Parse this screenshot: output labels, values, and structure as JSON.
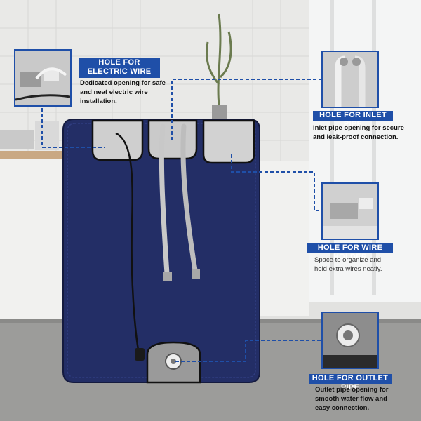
{
  "callouts": {
    "electric_wire": {
      "title_line1": "HOLE FOR",
      "title_line2": "ELECTRIC WIRE",
      "desc_line1": "Dedicated opening for safe",
      "desc_line2": "and neat electric wire",
      "desc_line3": "installation."
    },
    "inlet_pipe": {
      "title": "HOLE FOR INLET PIPE",
      "desc_line1": "Inlet pipe opening for secure",
      "desc_line2": "and leak-proof connection."
    },
    "wire_holder": {
      "title": "HOLE FOR WIRE HOLDER",
      "desc_line1": "Space to organize and",
      "desc_line2": "hold extra wires neatly."
    },
    "outlet_pipe": {
      "title": "HOLE FOR OUTLET PIPE",
      "desc_line1": "Outlet pipe opening for",
      "desc_line2": "smooth water flow and",
      "desc_line3": "easy connection."
    }
  },
  "colors": {
    "accent": "#1f4fa8",
    "cover": "#232e66",
    "dashed_line": "#1f4fa8"
  }
}
